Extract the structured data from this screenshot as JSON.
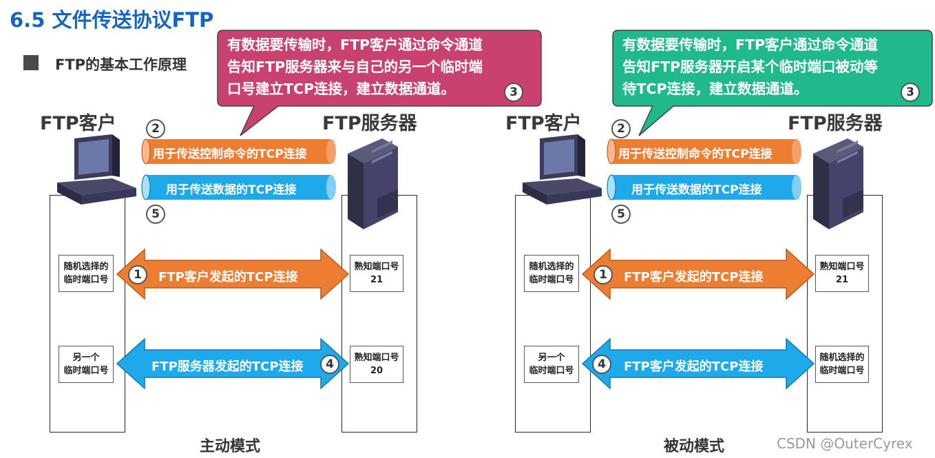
{
  "title": "6.5 文件传送协议FTP",
  "subtitle": "FTP的基本工作原理",
  "client_label": "FTP客户",
  "server_label": "FTP服务器",
  "control_conn": "用于传送控制命令的TCP连接",
  "data_conn": "用于传送数据的TCP连接",
  "num": {
    "n1": "1",
    "n2": "2",
    "n3": "3",
    "n4": "4",
    "n5": "5"
  },
  "active": {
    "mode_label": "主动模式",
    "callout": [
      "有数据要传输时，FTP客户通过命令通道",
      "告知FTP服务器来与自己的另一个临时端",
      "口号建立TCP连接，建立数据通道。"
    ],
    "client_port1": [
      "随机选择的",
      "临时端口号"
    ],
    "client_port2": [
      "另一个",
      "临时端口号"
    ],
    "server_port1": [
      "熟知端口号",
      "21"
    ],
    "server_port2": [
      "熟知端口号",
      "20"
    ],
    "arrow1": "FTP客户发起的TCP连接",
    "arrow2": "FTP服务器发起的TCP连接"
  },
  "passive": {
    "mode_label": "被动模式",
    "callout": [
      "有数据要传输时，FTP客户通过命令通道",
      "告知FTP服务器开启某个临时端口被动等",
      "待TCP连接，建立数据通道。"
    ],
    "client_port1": [
      "随机选择的",
      "临时端口号"
    ],
    "client_port2": [
      "另一个",
      "临时端口号"
    ],
    "server_port1": [
      "熟知端口号",
      "21"
    ],
    "server_port2": [
      "随机选择的",
      "临时端口号"
    ],
    "arrow1": "FTP客户发起的TCP连接",
    "arrow2": "FTP客户发起的TCP连接"
  },
  "watermark": "CSDN @OuterCyrex",
  "colors": {
    "title": "#1565c0",
    "active_callout": "#c9426f",
    "passive_callout": "#1fb98d",
    "orange": "#ed7d31",
    "blue": "#1ea9ea"
  }
}
